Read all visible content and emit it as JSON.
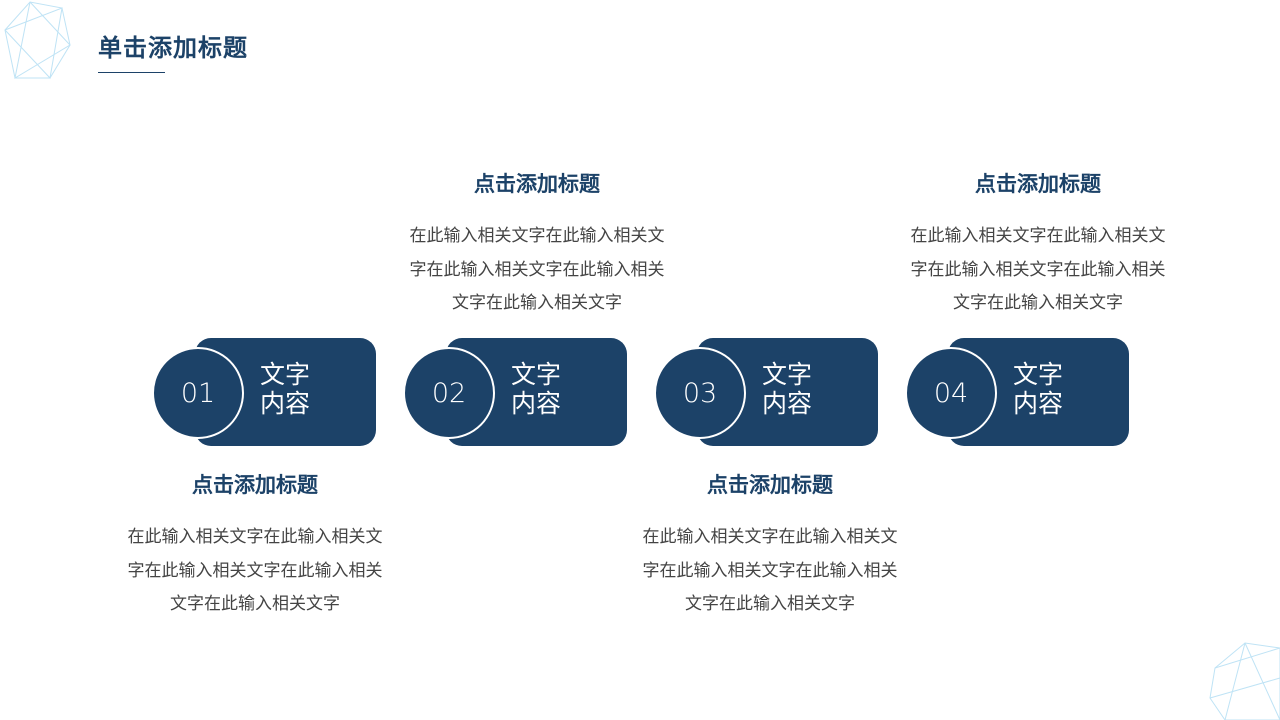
{
  "header": {
    "title": "单击添加标题"
  },
  "steps": [
    {
      "num": "01",
      "label": "文字内容",
      "title": "点击添加标题",
      "body": "在此输入相关文字在此输入相关文字在此输入相关文字在此输入相关文字在此输入相关文字"
    },
    {
      "num": "02",
      "label": "文字内容",
      "title": "点击添加标题",
      "body": "在此输入相关文字在此输入相关文字在此输入相关文字在此输入相关文字在此输入相关文字"
    },
    {
      "num": "03",
      "label": "文字内容",
      "title": "点击添加标题",
      "body": "在此输入相关文字在此输入相关文字在此输入相关文字在此输入相关文字在此输入相关文字"
    },
    {
      "num": "04",
      "label": "文字内容",
      "title": "点击添加标题",
      "body": "在此输入相关文字在此输入相关文字在此输入相关文字在此输入相关文字在此输入相关文字"
    }
  ],
  "colors": {
    "primary": "#1c4268",
    "decor": "#bfe3f5"
  }
}
